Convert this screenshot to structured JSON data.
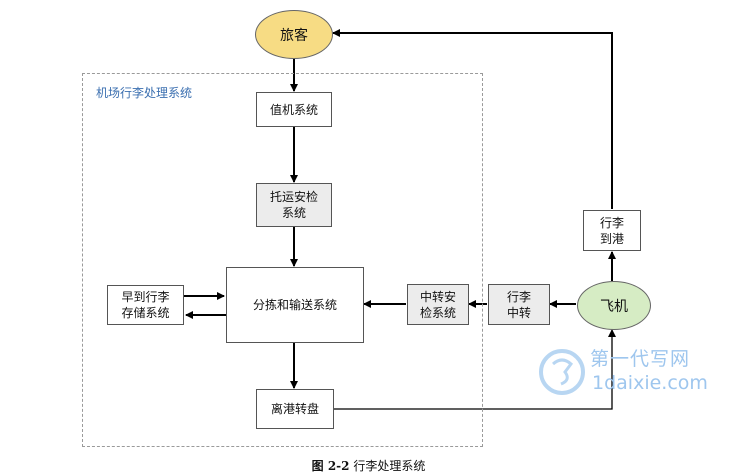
{
  "system_label": "机场行李处理系统",
  "nodes": {
    "passenger": "旅客",
    "checkin": "值机系统",
    "baggage_check": "托运安检\n系统",
    "sorting": "分拣和输送系统",
    "early_storage": "早到行李\n存储系统",
    "transfer_security": "中转安\n检系统",
    "baggage_transfer": "行李\n中转",
    "airplane": "飞机",
    "baggage_arrival": "行李\n到港",
    "carousel": "离港转盘"
  },
  "caption": {
    "figure_number": "图 2-2",
    "title": " 行李处理系统"
  },
  "watermark": {
    "chinese": "第一代写网",
    "url": "1daixie.com"
  },
  "colors": {
    "passenger_fill": "#f7dc84",
    "airplane_fill": "#d6ecc4",
    "boundary_label": "#3b6fb0",
    "watermark": "#9ec6ee"
  }
}
